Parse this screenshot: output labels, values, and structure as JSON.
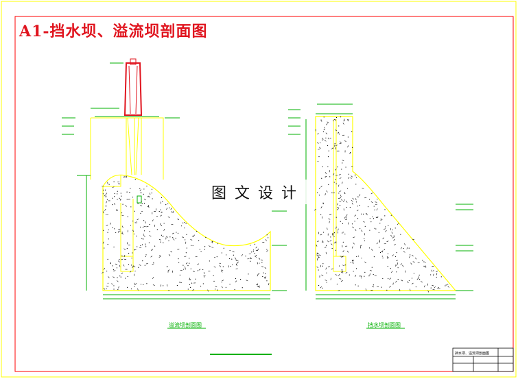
{
  "title": "A1-挡水坝、溢流坝剖面图",
  "watermark": "图文设计",
  "captions": {
    "spillway": "溢流坝剖面图",
    "retaining": "挡水坝剖面图"
  },
  "title_block": {
    "name": "挡水坝、溢流坝剖面图"
  },
  "colors": {
    "border": "#ffff00",
    "dam_outline": "#ffff00",
    "gate": "#e0141e",
    "dimension": "#00b000",
    "hatch": "#000000",
    "title": "#e0141e"
  }
}
